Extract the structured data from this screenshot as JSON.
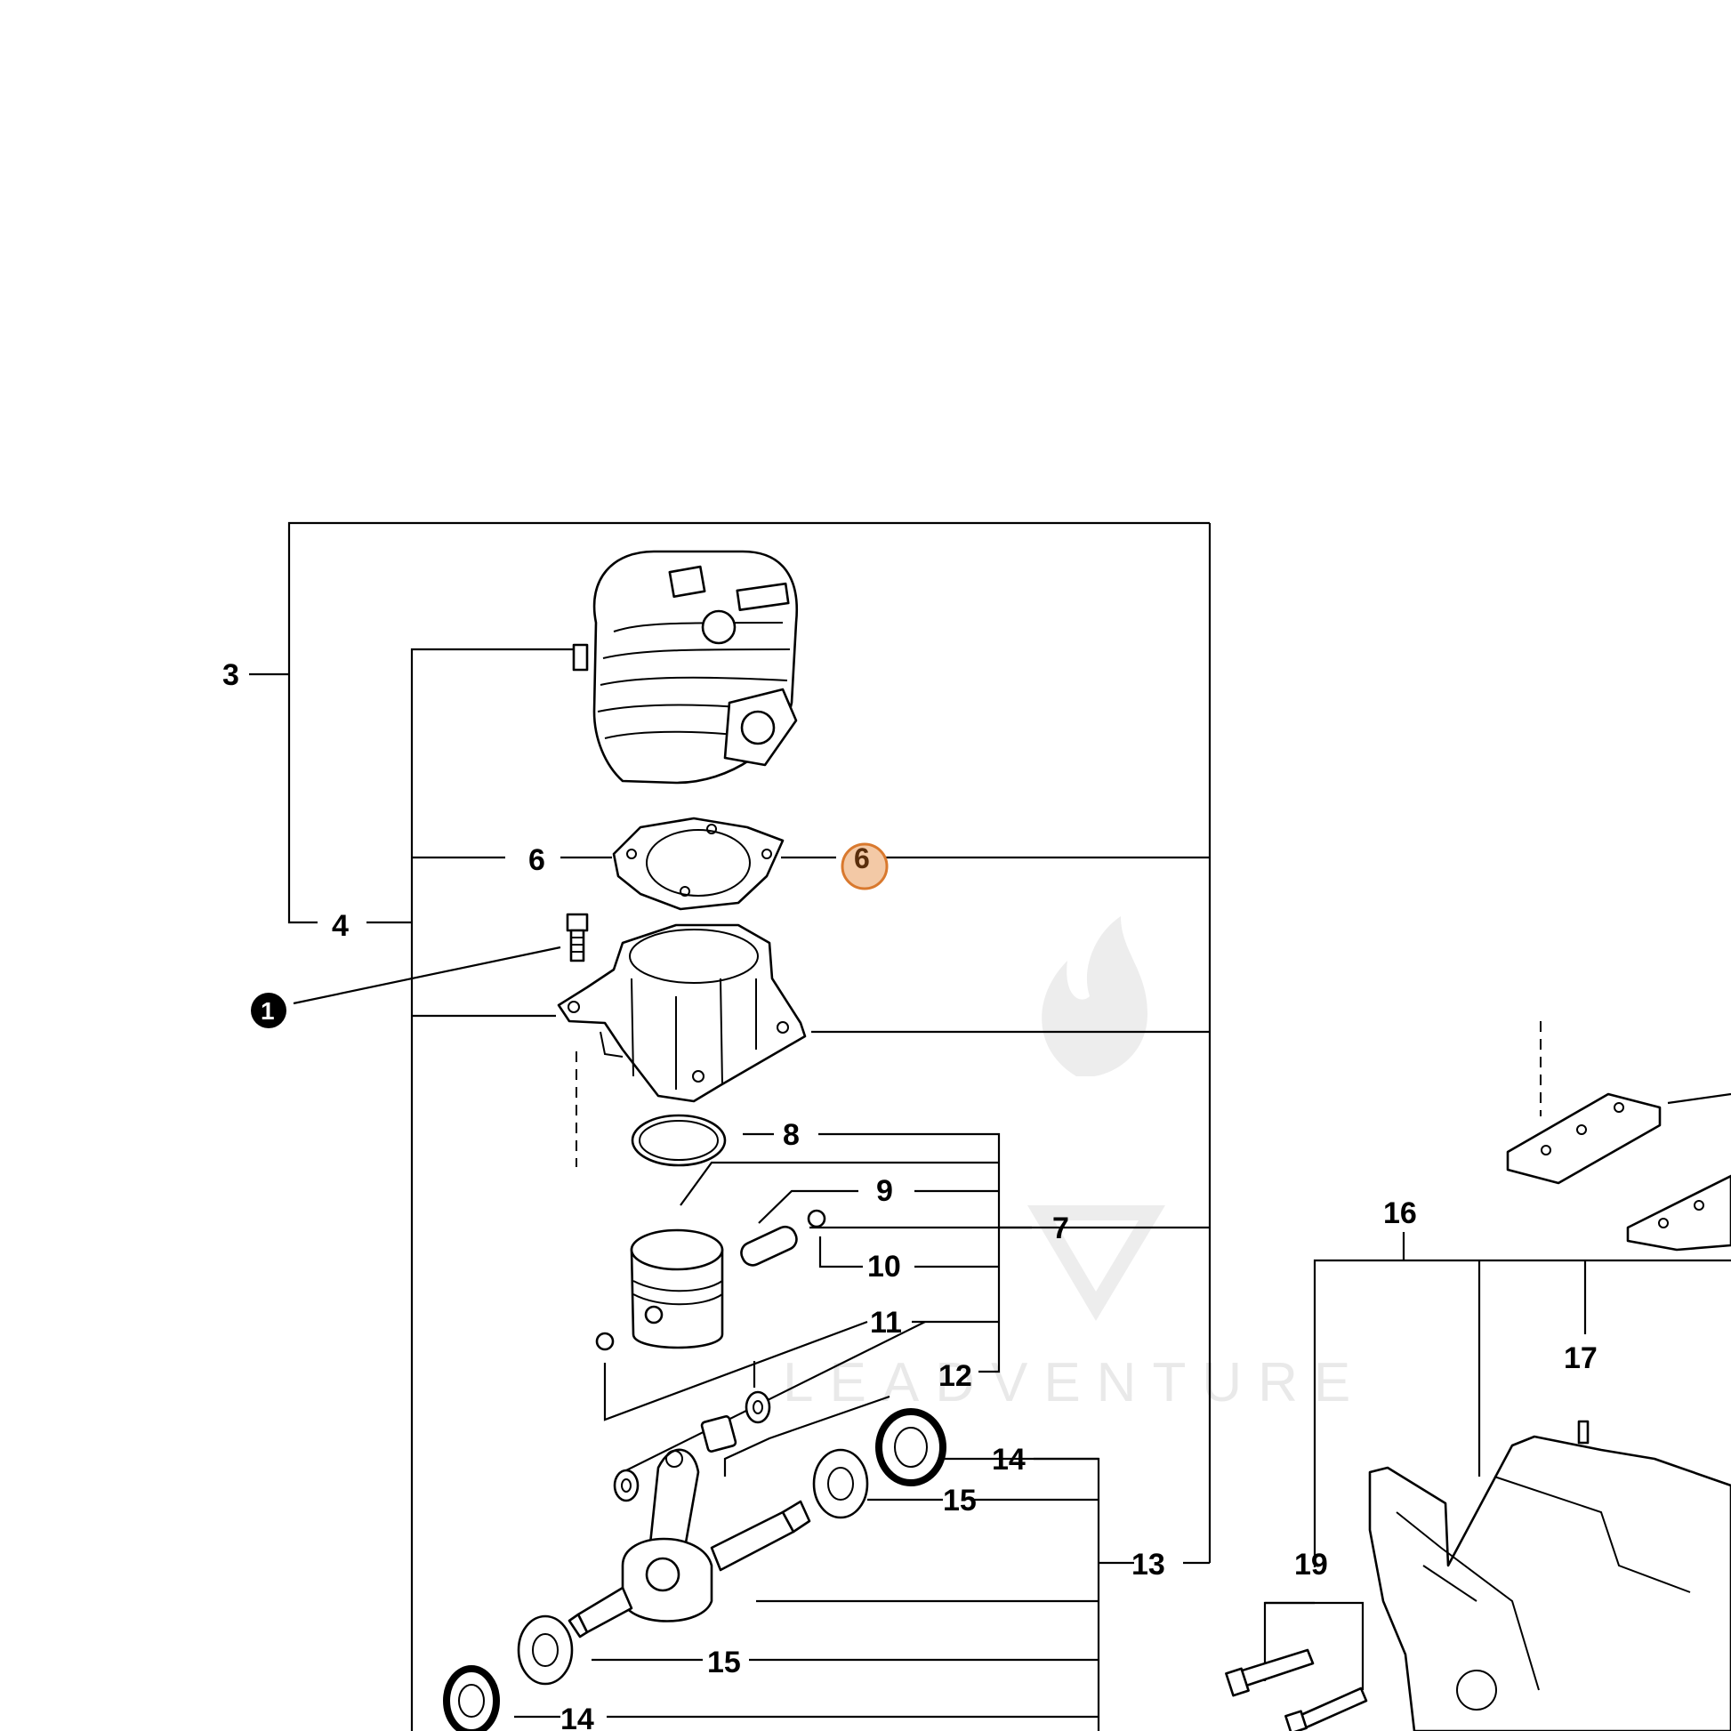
{
  "watermark": {
    "text": "LEADVENTURE"
  },
  "callouts": {
    "c3": "3",
    "c4": "4",
    "c6a": "6",
    "c6b": "6",
    "c7": "7",
    "c8": "8",
    "c9": "9",
    "c10": "10",
    "c11": "11",
    "c12": "12",
    "c13": "13",
    "c14a": "14",
    "c14b": "14",
    "c15a": "15",
    "c15b": "15",
    "c16": "16",
    "c17": "17",
    "c19": "19"
  },
  "reference_marker": {
    "label": "1"
  },
  "highlight": {
    "label": "6",
    "fill": "#f3c9a6",
    "stroke": "#d9792e"
  }
}
